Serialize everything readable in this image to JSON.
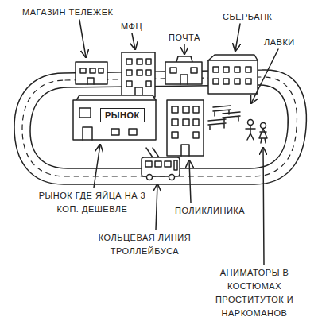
{
  "diagram": {
    "nodes": [
      {
        "text": [
          "РЫНОК"
        ]
      }
    ],
    "labels": [
      "МАГАЗИН ТЕЛЕЖЕК",
      "МФЦ",
      "ПОЧТА",
      "СБЕРБАНК",
      "ЛАВКИ",
      "РЫНОК ГДЕ ЯЙЦА НА 3 КОП. ДЕШЕВЛЕ",
      "ПОЛИКЛИНИКА",
      "КОЛЬЦЕВАЯ ЛИНИЯ ТРОЛЛЕЙБУСА",
      "АНИМАТОРЫ В КОСТЮМАХ ПРОСТИТУТОК И НАРКОМАНОВ"
    ]
  }
}
